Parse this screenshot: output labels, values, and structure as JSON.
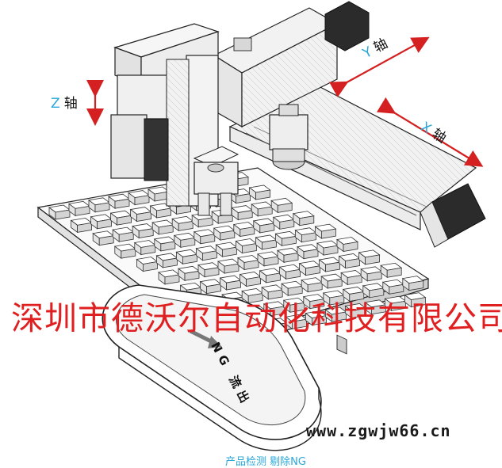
{
  "labels": {
    "z_letter": "Z",
    "z_axis": "轴",
    "y_letter": "Y",
    "y_axis": "轴",
    "x_letter": "X",
    "x_axis": "轴"
  },
  "belt_label": "NG 流出",
  "watermark": "深圳市德沃尔自动化科技有限公司",
  "site": "www.zgwjw66.cn",
  "caption": "产品检测 剔除NG",
  "colors": {
    "arrow_red": "#d42020",
    "axis_letter": "#2aa7d9",
    "watermark_red": "#e02020",
    "motor_dark": "#2b2b2b",
    "machine_gray": "#e8e8e8"
  }
}
